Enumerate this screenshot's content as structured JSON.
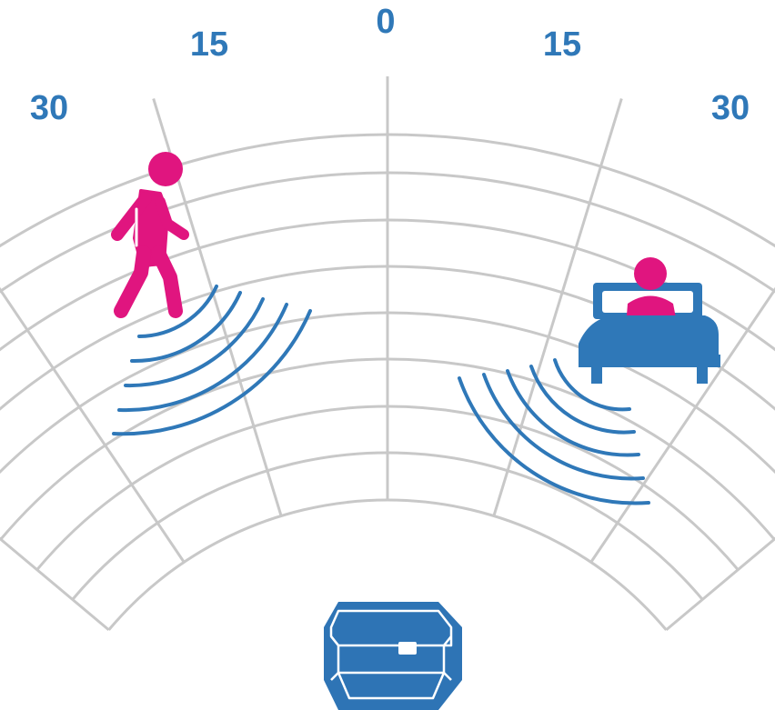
{
  "angle_labels": {
    "center": "0",
    "inner_left": "15",
    "inner_right": "15",
    "outer_left": "30",
    "outer_right": "30"
  },
  "figures": {
    "walking_person": "walking-person-icon",
    "person_in_bed": "person-in-bed-icon",
    "sensor": "radar-sensor-icon"
  },
  "colors": {
    "accent_blue": "#2F78B8",
    "figure_magenta": "#E0157F",
    "grid_gray": "#C8C8C8",
    "sensor_blue": "#2E74B5"
  }
}
